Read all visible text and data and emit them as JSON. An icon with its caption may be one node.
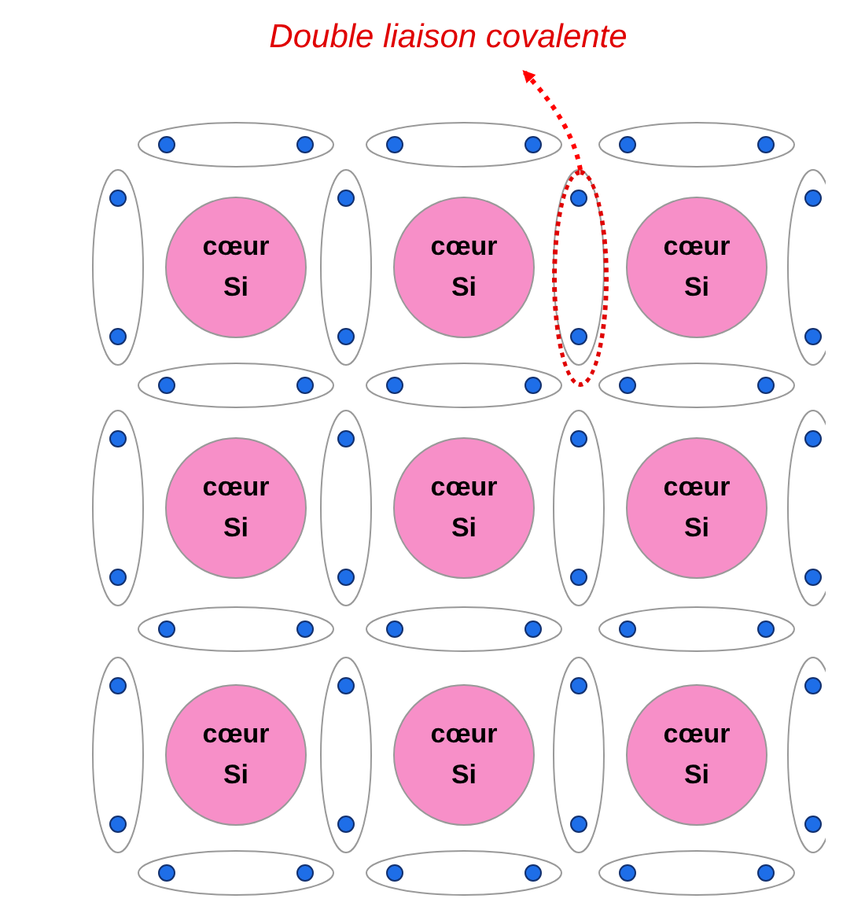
{
  "diagram": {
    "nodes": [
      {
        "text": [
          "Double liaison covalente"
        ]
      },
      {
        "text": [],
        "shape": "ellipse"
      },
      {
        "text": [
          "cœur Si"
        ]
      },
      {
        "text": [
          "cœur Si"
        ]
      },
      {
        "text": [
          "cœur Si"
        ]
      },
      {
        "text": [
          "cœur Si"
        ]
      },
      {
        "text": [
          "cœur Si"
        ]
      },
      {
        "text": [
          "cœur Si"
        ]
      },
      {
        "text": [
          "cœur Si"
        ]
      },
      {
        "text": [
          "cœur Si"
        ]
      },
      {
        "text": [
          "cœur Si"
        ]
      }
    ],
    "edges": [
      {
        "from": 1,
        "to": 0,
        "arrow": "to",
        "style": "dashed",
        "color": "#ff0000"
      }
    ]
  }
}
